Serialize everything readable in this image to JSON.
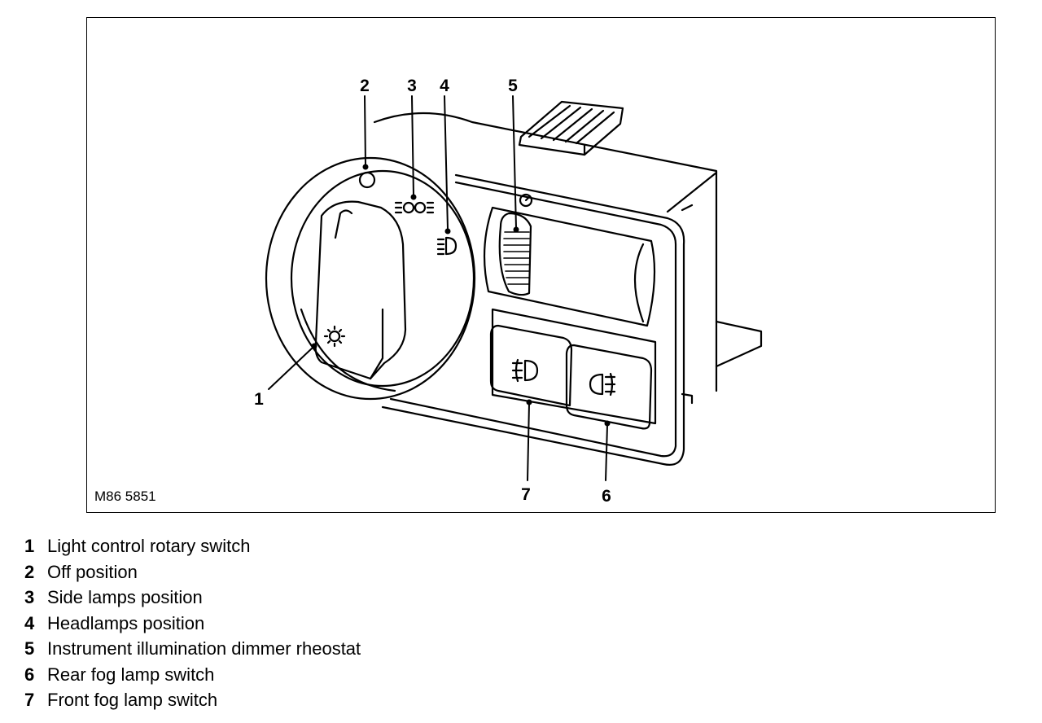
{
  "figure": {
    "reference": "M86 5851",
    "callouts": [
      "1",
      "2",
      "3",
      "4",
      "5",
      "6",
      "7"
    ]
  },
  "legend": [
    {
      "num": "1",
      "text": "Light control rotary switch"
    },
    {
      "num": "2",
      "text": "Off position"
    },
    {
      "num": "3",
      "text": "Side lamps position"
    },
    {
      "num": "4",
      "text": "Headlamps position"
    },
    {
      "num": "5",
      "text": "Instrument illumination dimmer rheostat"
    },
    {
      "num": "6",
      "text": "Rear fog lamp switch"
    },
    {
      "num": "7",
      "text": "Front fog lamp switch"
    }
  ],
  "icons": [
    "off-position-icon",
    "side-lamps-icon",
    "headlamp-icon",
    "front-fog-icon",
    "rear-fog-icon",
    "sun-icon"
  ]
}
